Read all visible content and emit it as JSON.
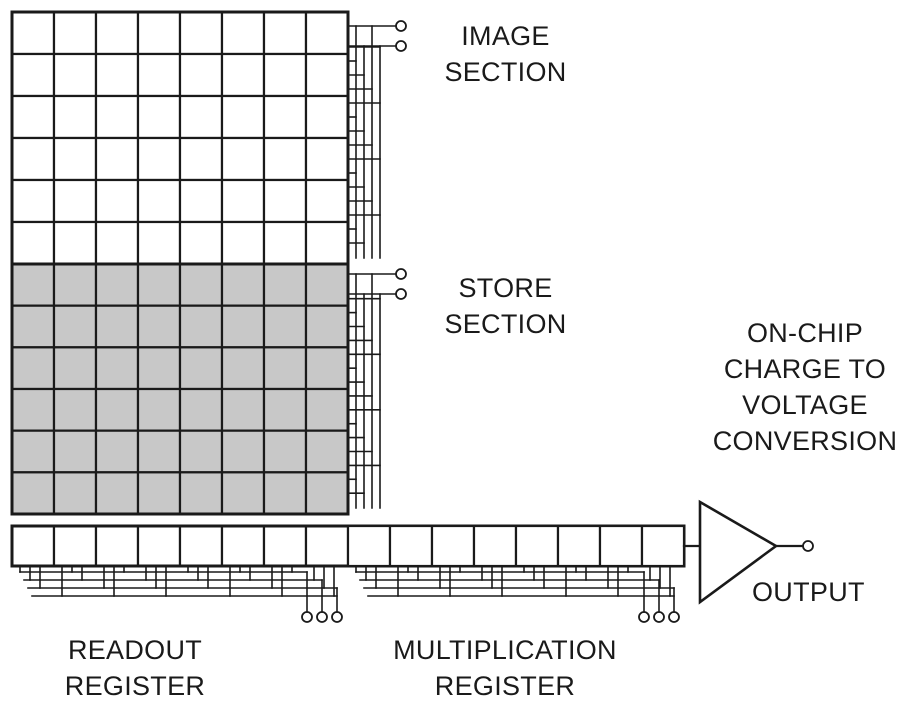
{
  "labels": {
    "image_section": [
      "IMAGE",
      "SECTION"
    ],
    "store_section": [
      "STORE",
      "SECTION"
    ],
    "conversion": [
      "ON-CHIP",
      "CHARGE TO",
      "VOLTAGE",
      "CONVERSION"
    ],
    "output": "OUTPUT",
    "readout_register": [
      "READOUT",
      "REGISTER"
    ],
    "multiplication_register": [
      "MULTIPLICATION",
      "REGISTER"
    ]
  },
  "colors": {
    "image_pixel": "#ffffff",
    "store_pixel": "#c8c8c8",
    "line": "#1a1a1a"
  }
}
